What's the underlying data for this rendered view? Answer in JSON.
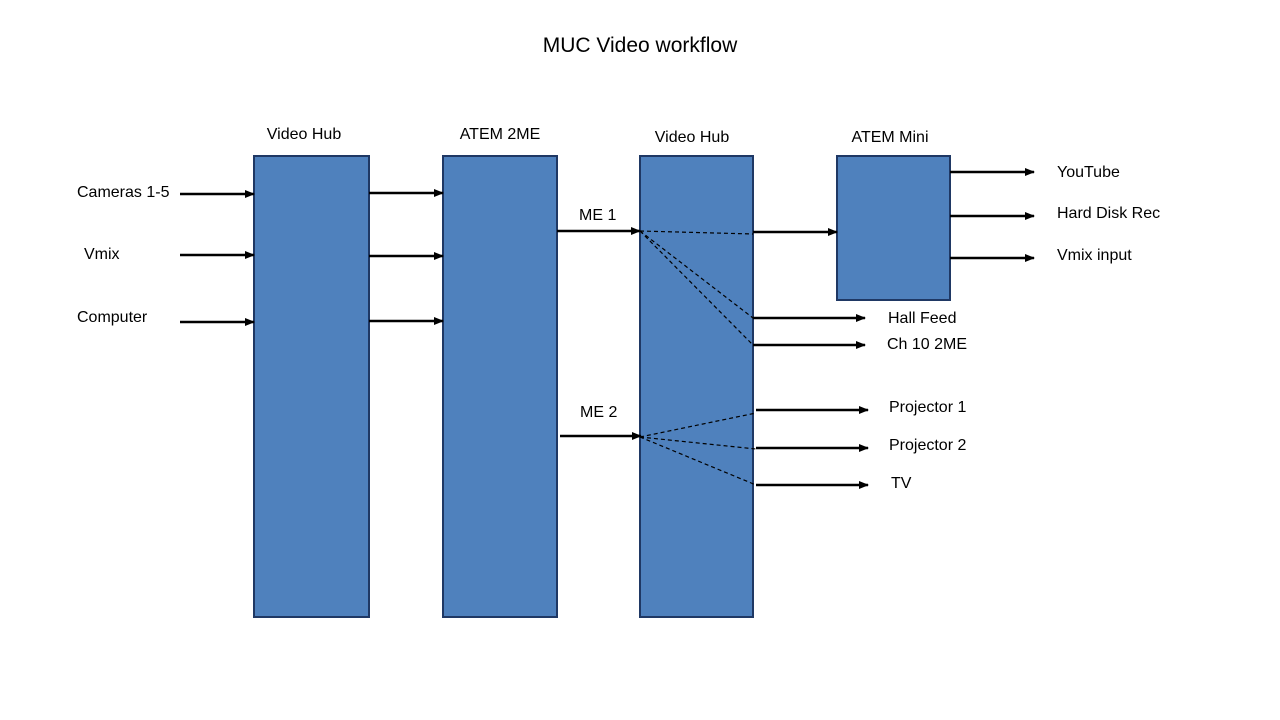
{
  "title": "MUC Video workflow",
  "colors": {
    "block_fill": "#4f81bd",
    "block_stroke": "#1f3864",
    "line": "#000000"
  },
  "blocks": {
    "video_hub_1": "Video Hub",
    "atem_2me": "ATEM 2ME",
    "video_hub_2": "Video Hub",
    "atem_mini": "ATEM Mini"
  },
  "inputs": {
    "cameras": "Cameras 1-5",
    "vmix": "Vmix",
    "computer": "Computer"
  },
  "mix_effects": {
    "me1": "ME 1",
    "me2": "ME 2"
  },
  "outputs": {
    "youtube": "YouTube",
    "hard_disk_rec": "Hard Disk Rec",
    "vmix_input": "Vmix input",
    "hall_feed": "Hall Feed",
    "ch10_2me": "Ch 10 2ME",
    "projector_1": "Projector 1",
    "projector_2": "Projector 2",
    "tv": "TV"
  }
}
